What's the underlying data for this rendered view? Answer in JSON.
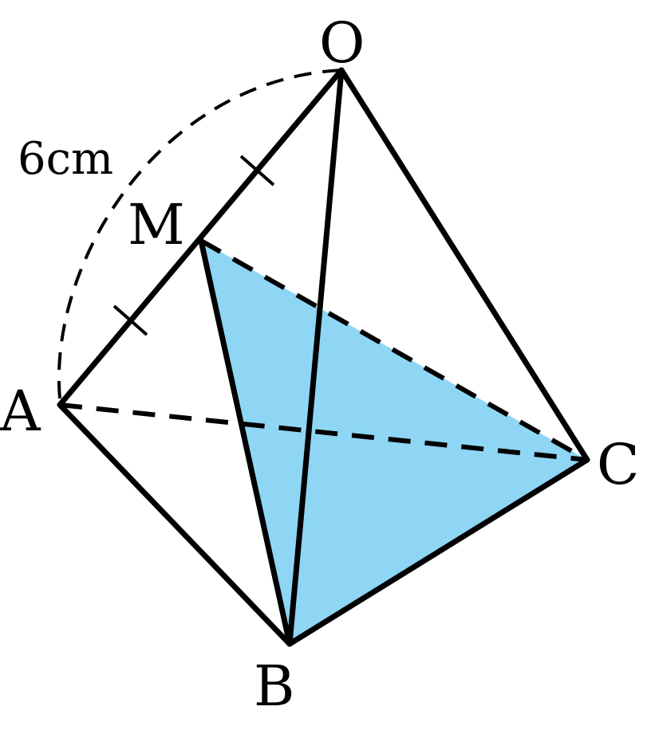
{
  "figure": {
    "labels": {
      "O": "O",
      "M": "M",
      "A": "A",
      "B": "B",
      "C": "C"
    },
    "measurement": "6cm",
    "colors": {
      "face_fill": "#8fd6f5",
      "stroke": "#000000"
    },
    "shaded_face": "MBC",
    "equal_segments": [
      "AM",
      "MO"
    ],
    "hidden_edges": [
      "AC",
      "MC"
    ]
  }
}
